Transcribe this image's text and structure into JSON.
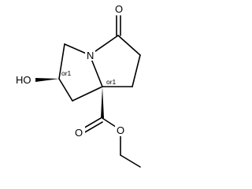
{
  "molecule": {
    "atom_labels": {
      "hydroxyl": "HO",
      "nitrogen": "N",
      "ketone_oxygen": "O",
      "carbonyl_oxygen": "O",
      "ester_oxygen": "O"
    },
    "stereo_labels": {
      "hydroxyl_carbon": "or1",
      "bridgehead_carbon": "or1"
    },
    "colors": {
      "bonds": "#000000",
      "labels": "#000000",
      "background": "#ffffff"
    }
  }
}
